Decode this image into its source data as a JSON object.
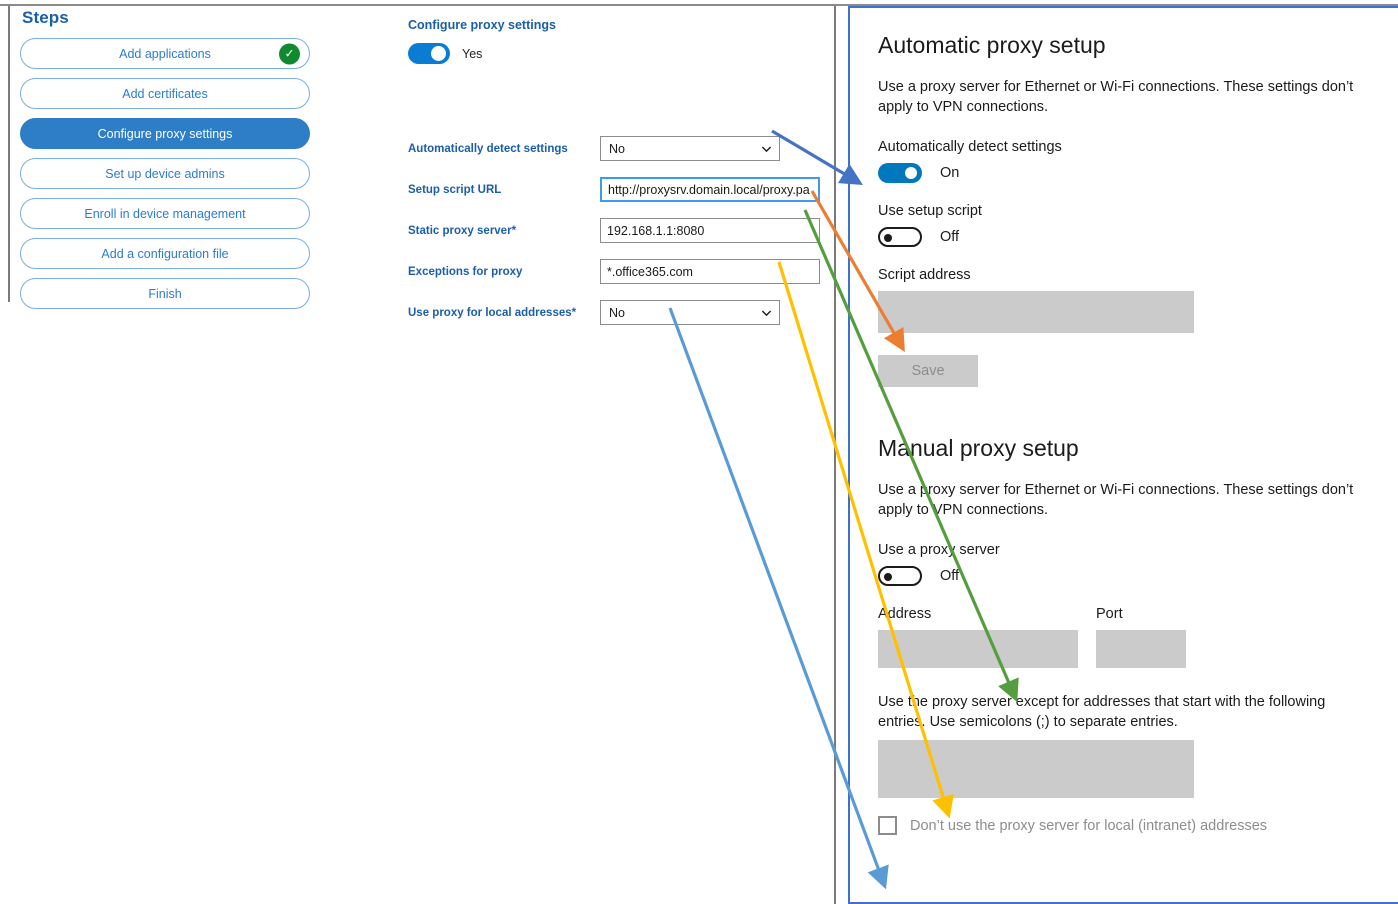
{
  "steps": {
    "title": "Steps",
    "items": [
      {
        "label": "Add applications",
        "state": "complete",
        "check_icon": "check-circle-icon"
      },
      {
        "label": "Add certificates",
        "state": "default"
      },
      {
        "label": "Configure proxy settings",
        "state": "active"
      },
      {
        "label": "Set up device admins",
        "state": "default"
      },
      {
        "label": "Enroll in device management",
        "state": "default"
      },
      {
        "label": "Add a configuration file",
        "state": "default"
      },
      {
        "label": "Finish",
        "state": "default"
      }
    ]
  },
  "form": {
    "heading": "Configure proxy settings",
    "master_toggle": {
      "value": "Yes",
      "on": true
    },
    "fields": [
      {
        "label": "Automatically detect settings",
        "required": "",
        "type": "select",
        "value": "No",
        "icon": "chevron-down-icon"
      },
      {
        "label": "Setup script URL",
        "required": "",
        "type": "text",
        "value": "http://proxysrv.domain.local/proxy.pa",
        "focused": true
      },
      {
        "label": "Static proxy server",
        "required": "*",
        "type": "text",
        "value": "192.168.1.1:8080",
        "focused": false
      },
      {
        "label": "Exceptions for proxy",
        "required": "",
        "type": "text",
        "value": "*.office365.com",
        "focused": false
      },
      {
        "label": "Use proxy for local addresses",
        "required": "*",
        "type": "select",
        "value": "No",
        "icon": "chevron-down-icon"
      }
    ]
  },
  "settings": {
    "automatic": {
      "heading": "Automatic proxy setup",
      "description": "Use a proxy server for Ethernet or Wi-Fi connections. These settings don’t apply to VPN connections.",
      "detect_label": "Automatically detect settings",
      "detect_state": "On",
      "script_toggle_label": "Use setup script",
      "script_toggle_state": "Off",
      "script_address_label": "Script address",
      "script_address_value": "",
      "save_label": "Save"
    },
    "manual": {
      "heading": "Manual proxy setup",
      "description": "Use a proxy server for Ethernet or Wi-Fi connections. These settings don’t apply to VPN connections.",
      "use_proxy_label": "Use a proxy server",
      "use_proxy_state": "Off",
      "address_label": "Address",
      "address_value": "",
      "port_label": "Port",
      "port_value": "",
      "exceptions_description": "Use the proxy server except for addresses that start with the following entries. Use semicolons (;) to separate entries.",
      "exceptions_value": "",
      "bypass_checkbox_label": "Don’t use the proxy server for local (intranet) addresses",
      "bypass_checked": false
    }
  },
  "annotations": {
    "colors": {
      "blue": "#4472c4",
      "orange": "#ed7d31",
      "green": "#549e3f",
      "yellow": "#ffc000",
      "light_blue": "#5b9bd5"
    },
    "arrows": [
      {
        "name": "detect-settings-arrow",
        "color": "#4472c4",
        "from": "Automatically detect settings dropdown",
        "to": "Automatically detect settings toggle"
      },
      {
        "name": "setup-script-arrow",
        "color": "#ed7d31",
        "from": "Setup script URL field",
        "to": "Script address box"
      },
      {
        "name": "static-proxy-arrow",
        "color": "#549e3f",
        "from": "Static proxy server field",
        "to": "Address box"
      },
      {
        "name": "exceptions-arrow",
        "color": "#ffc000",
        "from": "Exceptions for proxy field",
        "to": "Exceptions box"
      },
      {
        "name": "local-addresses-arrow",
        "color": "#5b9bd5",
        "from": "Use proxy for local addresses dropdown",
        "to": "Local intranet checkbox"
      }
    ]
  },
  "theme": {
    "accent_blue": "#2d7dc7",
    "label_blue": "#1b5eab",
    "toggle_on": "#0a7cd4",
    "win_toggle_on": "#0078bd",
    "gray_input": "#cbcbcb",
    "panel_border": "#3f6fd1",
    "check_green": "#0f8a2e"
  }
}
